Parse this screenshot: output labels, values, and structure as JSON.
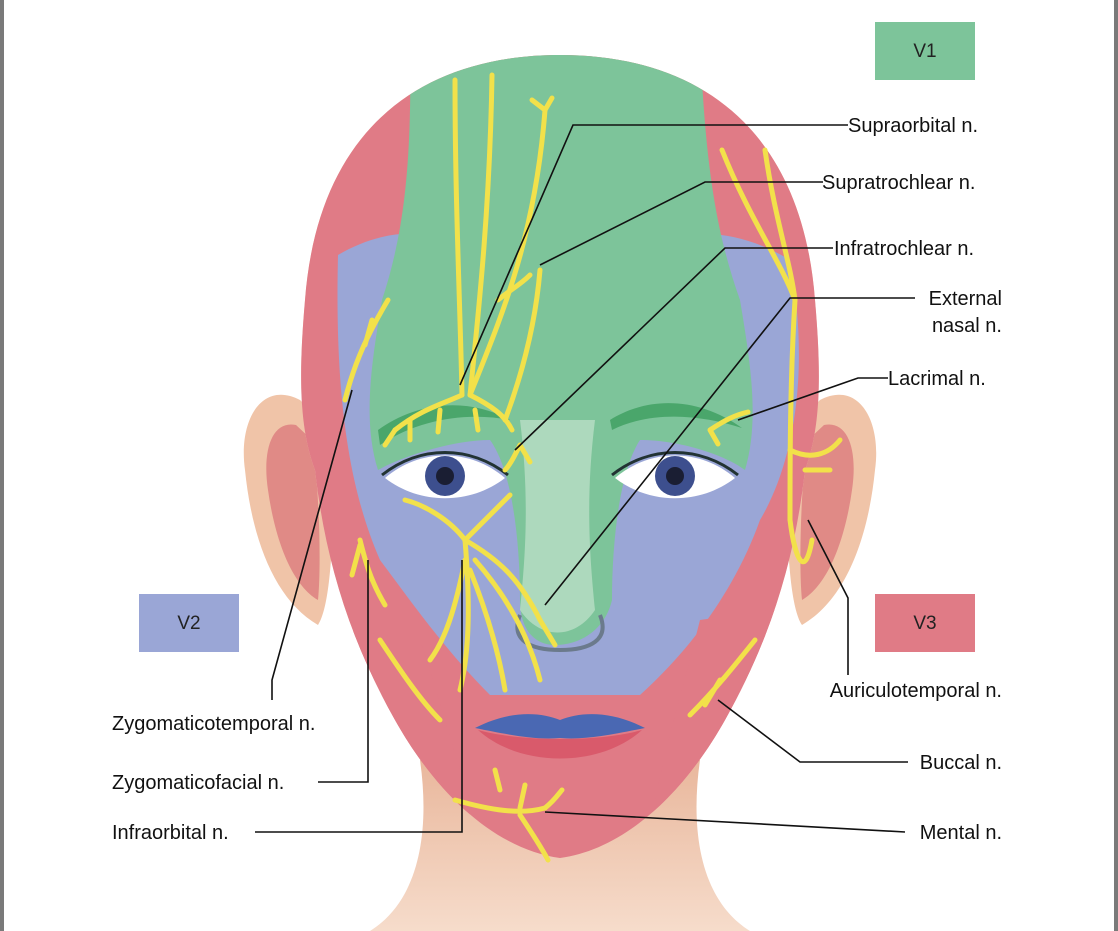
{
  "zones": [
    {
      "id": "v1",
      "label": "V1",
      "color": "#7dc49a"
    },
    {
      "id": "v2",
      "label": "V2",
      "color": "#9aa6d6"
    },
    {
      "id": "v3",
      "label": "V3",
      "color": "#e07b86"
    }
  ],
  "labels": {
    "supraorbital": "Supraorbital n.",
    "supratrochlear": "Supratrochlear n.",
    "infratrochlear": "Infratrochlear n.",
    "external_nasal_1": "External",
    "external_nasal_2": "nasal n.",
    "lacrimal": "Lacrimal n.",
    "auriculotemporal": "Auriculotemporal n.",
    "buccal": "Buccal n.",
    "mental": "Mental n.",
    "zygomaticotemporal": "Zygomaticotemporal n.",
    "zygomaticofacial": "Zygomaticofacial n.",
    "infraorbital": "Infraorbital n."
  },
  "colors": {
    "nerve": "#f2e14a",
    "skin": "#f3cdb6",
    "leader": "#111111"
  }
}
